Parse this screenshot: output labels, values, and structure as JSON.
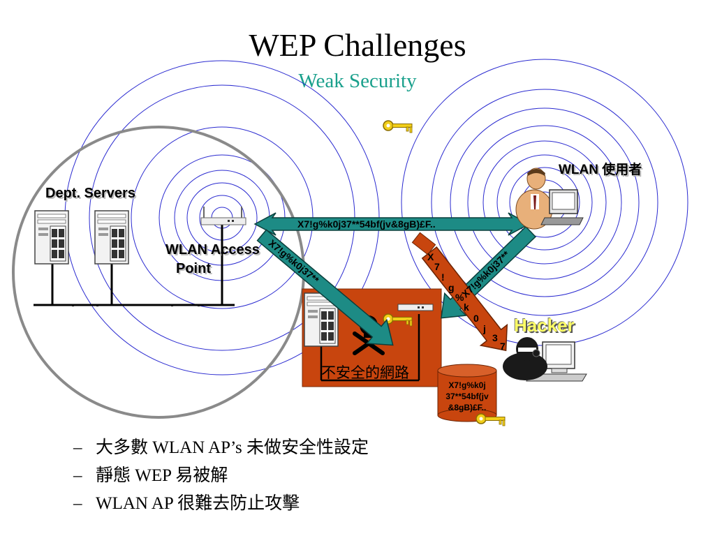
{
  "title": "WEP Challenges",
  "subtitle": "Weak Security",
  "labels": {
    "dept_servers": "Dept. Servers",
    "access_point_line1": "WLAN Access",
    "access_point_line2": "Point",
    "wlan_user": "WLAN 使用者",
    "hacker": "Hacker",
    "insecure_network": "不安全的網路"
  },
  "packets": {
    "top": "X7!g%k0j37**54bf(jv&8gB)£F..",
    "left_diag": "X7!g%k0j37**",
    "right_diag": "X7!g%k0j37**",
    "cracking_chars": [
      "X",
      "7",
      "!",
      "g",
      "%",
      "k",
      "0",
      "j",
      "3",
      "7"
    ]
  },
  "database": {
    "lines": [
      "X7!g%k0j",
      "37**54bf(jv",
      "&8gB)£F.."
    ]
  },
  "bullets": [
    {
      "dash": "–",
      "text": "大多數 WLAN AP’s 未做安全性設定"
    },
    {
      "dash": "–",
      "text": "靜態 WEP 易被解"
    },
    {
      "dash": "–",
      "text": "WLAN AP 很難去防止攻擊"
    }
  ],
  "colors": {
    "subtitle": "#1aa08c",
    "rings": "#2a2ad0",
    "teal_arrow": "#1d8b85",
    "insecure_box": "#c8450e",
    "hacker_label": "#ffff66",
    "key": "#f2cf1a"
  },
  "icons": [
    "key-icon",
    "skull-crossbones-icon",
    "server-icon",
    "access-point-icon",
    "user-computer-icon",
    "hacker-icon",
    "database-icon"
  ]
}
